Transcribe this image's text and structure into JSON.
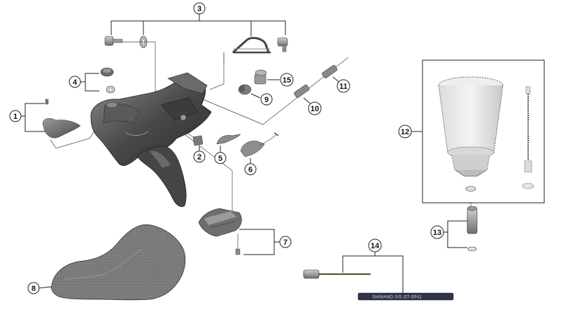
{
  "diagram": {
    "callouts": [
      {
        "id": "1",
        "label": "1"
      },
      {
        "id": "2",
        "label": "2"
      },
      {
        "id": "3",
        "label": "3"
      },
      {
        "id": "4",
        "label": "4"
      },
      {
        "id": "5",
        "label": "5"
      },
      {
        "id": "6",
        "label": "6"
      },
      {
        "id": "7",
        "label": "7"
      },
      {
        "id": "8",
        "label": "8"
      },
      {
        "id": "9",
        "label": "9"
      },
      {
        "id": "10",
        "label": "10"
      },
      {
        "id": "11",
        "label": "11"
      },
      {
        "id": "12",
        "label": "12"
      },
      {
        "id": "13",
        "label": "13"
      },
      {
        "id": "14",
        "label": "14"
      },
      {
        "id": "15",
        "label": "15"
      }
    ],
    "cable_print": "SHIMANO SIS OT-SP41"
  },
  "colors": {
    "part_dark": "#3a3a3a",
    "part_mid": "#6e6e6e",
    "part_light": "#a9a9a9",
    "cable_housing": "#2f3446",
    "line": "#222222"
  }
}
